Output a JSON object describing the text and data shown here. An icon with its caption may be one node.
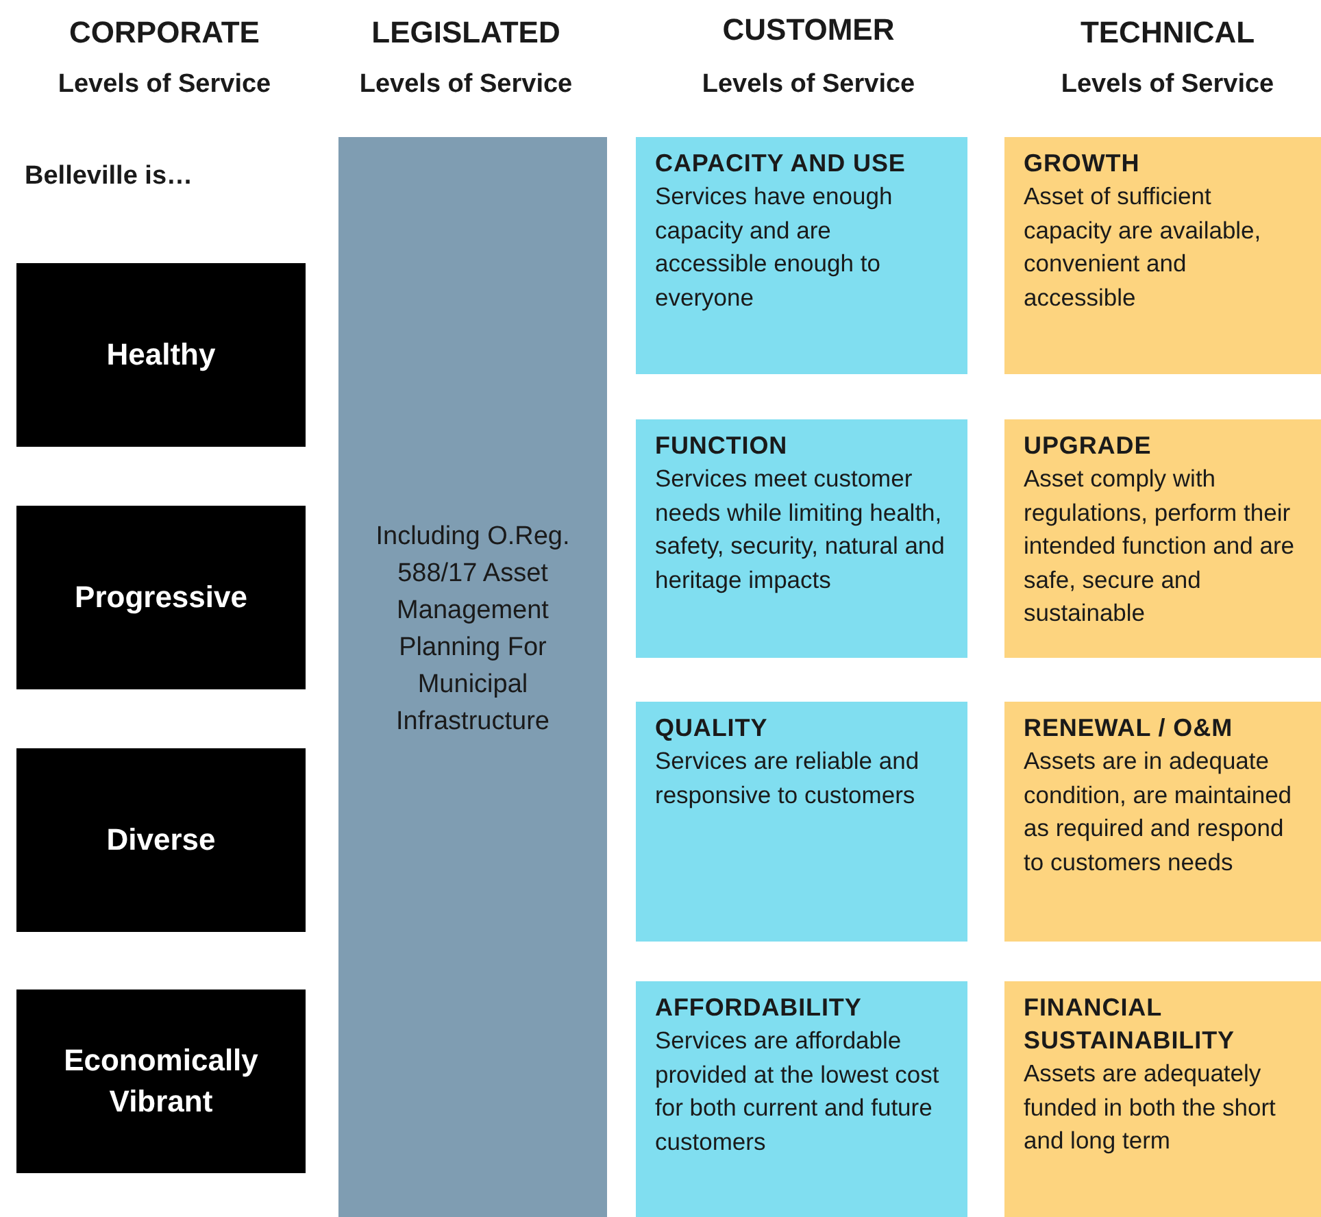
{
  "diagram": {
    "nodes": [
      {
        "text": [
          "Healthy"
        ]
      },
      {
        "text": [
          "Progressive"
        ]
      },
      {
        "text": [
          "Diverse"
        ]
      },
      {
        "text": [
          "Economically Vibrant"
        ]
      },
      {
        "text": [
          "Including O.Reg. 588/17 Asset Management Planning For Municipal Infrastructure"
        ]
      },
      {
        "text": [
          "CAPACITY AND USE",
          "Services have enough capacity and are accessible enough to everyone"
        ]
      },
      {
        "text": [
          "GROWTH",
          "Asset of sufficient capacity are available, convenient and accessible"
        ]
      },
      {
        "text": [
          "FUNCTION",
          "Services meet customer needs while limiting health, safety, security, natural and heritage impacts"
        ]
      },
      {
        "text": [
          "UPGRADE",
          "Asset comply with regulations, perform their intended function and are safe, secure and sustainable"
        ]
      },
      {
        "text": [
          "QUALITY",
          "Services are reliable and responsive to customers"
        ]
      },
      {
        "text": [
          "RENEWAL / O&M",
          "Assets are in adequate condition, are maintained as required and respond to customers needs"
        ]
      },
      {
        "text": [
          "AFFORDABILITY",
          "Services are affordable provided at the lowest cost for both current and future customers"
        ]
      },
      {
        "text": [
          "FINANCIAL SUSTAINABILITY",
          "Assets are adequately funded in both the short and long term"
        ]
      }
    ],
    "labels": [
      "CORPORATE",
      "Levels of Service",
      "LEGISLATED",
      "Levels of Service",
      "CUSTOMER",
      "Levels of Service",
      "TECHNICAL",
      "Levels of Service",
      "Belleville is…"
    ]
  }
}
